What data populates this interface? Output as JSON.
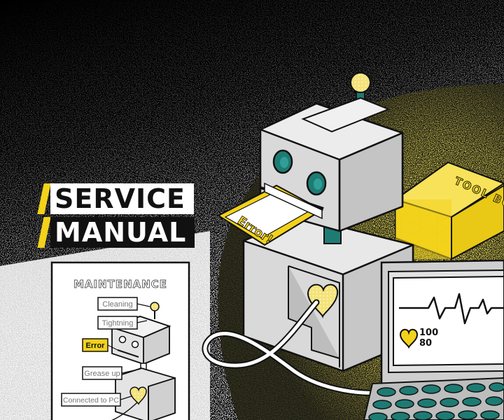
{
  "title": {
    "line1": "SERVICE",
    "line2": "MANUAL"
  },
  "manual_page": {
    "heading": "MAINTENANCE",
    "labels": {
      "cleaning": "Cleaning",
      "tightning": "Tightning",
      "error": "Error",
      "grease_up": "Grease up",
      "connected": "Connected to PC"
    }
  },
  "robot": {
    "printout_text": "Error!"
  },
  "toolbox": {
    "label": "TOOL BO"
  },
  "laptop": {
    "heart_rate_top": "100",
    "heart_rate_bottom": "80"
  },
  "colors": {
    "accent_yellow": "#f2d21b",
    "teal": "#1e7b74",
    "robot_gray": "#d9d9d9",
    "outline": "#111111"
  }
}
